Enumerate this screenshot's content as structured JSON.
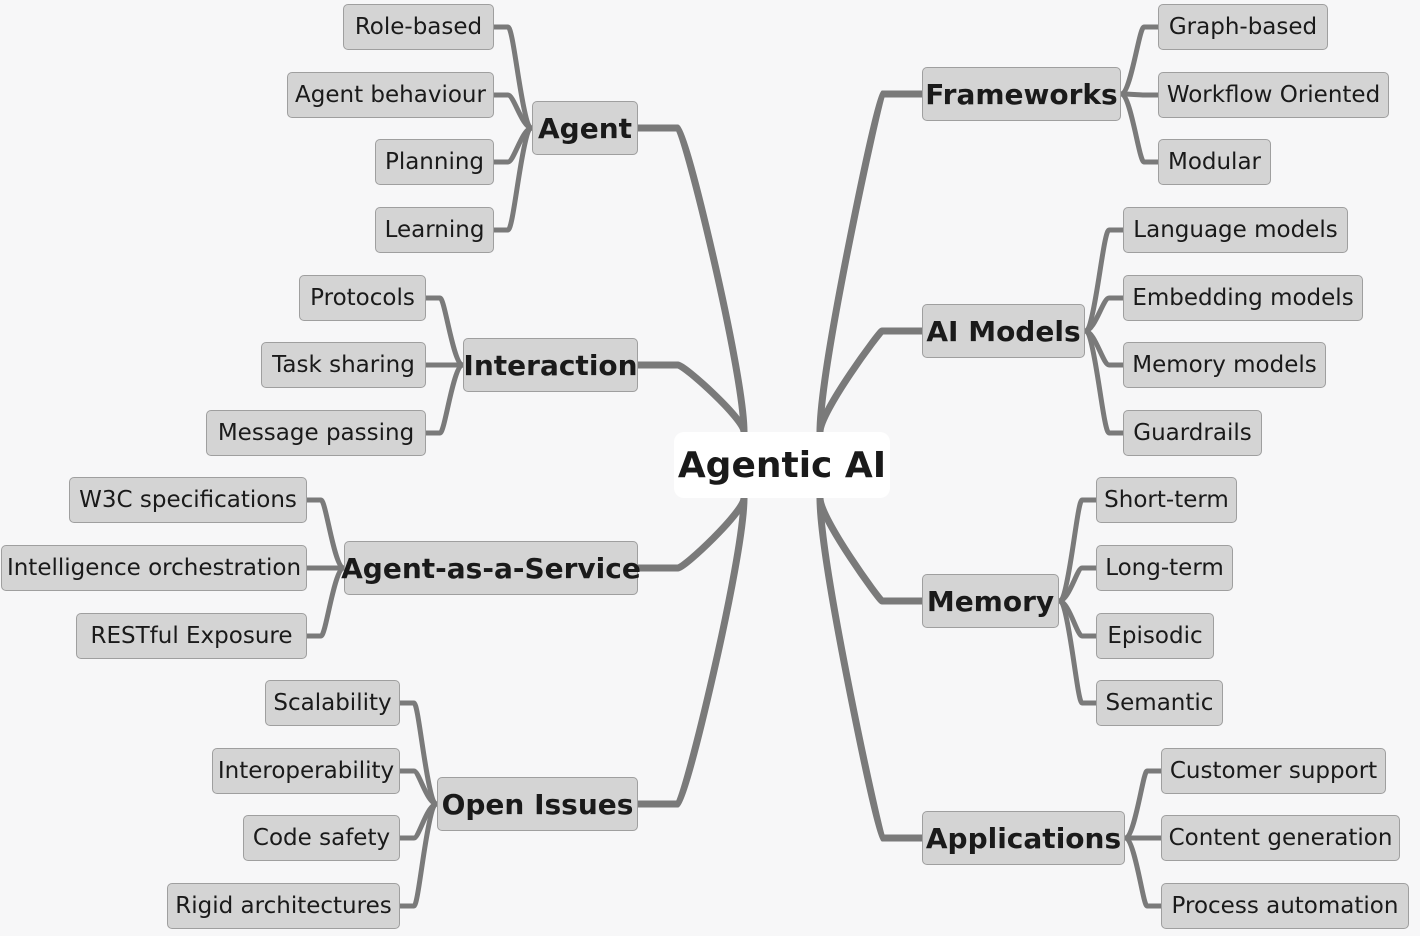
{
  "root": "Agentic AI",
  "left": [
    {
      "label": "Agent",
      "children": [
        "Role-based",
        "Agent behaviour",
        "Planning",
        "Learning"
      ]
    },
    {
      "label": "Interaction",
      "children": [
        "Protocols",
        "Task sharing",
        "Message passing"
      ]
    },
    {
      "label": "Agent-as-a-Service",
      "children": [
        "W3C specifications",
        "Intelligence orchestration",
        "RESTful Exposure"
      ]
    },
    {
      "label": "Open Issues",
      "children": [
        "Scalability",
        "Interoperability",
        "Code safety",
        "Rigid architectures"
      ]
    }
  ],
  "right": [
    {
      "label": "Frameworks",
      "children": [
        "Graph-based",
        "Workflow Oriented",
        "Modular"
      ]
    },
    {
      "label": "AI Models",
      "children": [
        "Language models",
        "Embedding models",
        "Memory models",
        "Guardrails"
      ]
    },
    {
      "label": "Memory",
      "children": [
        "Short-term",
        "Long-term",
        "Episodic",
        "Semantic"
      ]
    },
    {
      "label": "Applications",
      "children": [
        "Customer support",
        "Content generation",
        "Process automation"
      ]
    }
  ]
}
